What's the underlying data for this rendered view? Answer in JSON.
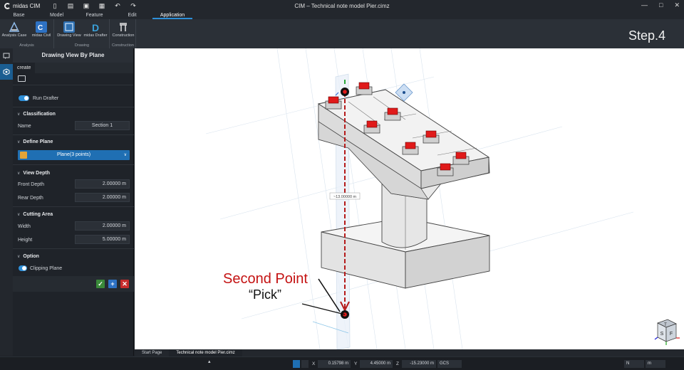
{
  "app": {
    "logo_text": "midas CIM",
    "window_title": "CIM – Technical note model Pier.cimz"
  },
  "menu": [
    "Base",
    "Model",
    "Feature",
    "Edit",
    "Application"
  ],
  "menu_active": "Application",
  "ribbon": {
    "buttons": [
      {
        "label": "Analysis Case",
        "icon": "analysis-case-icon"
      },
      {
        "label": "midas Civil",
        "icon": "midas-civil-icon"
      },
      {
        "label": "Drawing View",
        "icon": "drawing-view-icon"
      },
      {
        "label": "midas Drafter",
        "icon": "midas-drafter-icon"
      },
      {
        "label": "Construction",
        "icon": "construction-icon"
      }
    ],
    "groups": [
      "Analysis",
      "Drawing",
      "Construction"
    ]
  },
  "panel": {
    "title": "Drawing View By Plane",
    "tab": "create",
    "run_drafter": "Run Drafter",
    "classification": {
      "header": "Classification",
      "name_label": "Name",
      "name_value": "Section 1"
    },
    "define_plane": {
      "header": "Define Plane",
      "selected": "Plane(3 points)"
    },
    "view_depth": {
      "header": "View Depth",
      "front_label": "Front Depth",
      "front_value": "2.00000 m",
      "rear_label": "Rear Depth",
      "rear_value": "2.00000 m"
    },
    "cutting_area": {
      "header": "Cutting Area",
      "width_label": "Width",
      "width_value": "2.00000 m",
      "height_label": "Height",
      "height_value": "5.00000 m"
    },
    "option": {
      "header": "Option",
      "clipping_label": "Clipping Plane"
    }
  },
  "viewport": {
    "step_label": "Step.4",
    "dimension_label": "~13.00000 m",
    "annotation_title": "Second Point",
    "annotation_sub": "“Pick”",
    "nav_cube_letters": [
      "T",
      "S",
      "F"
    ]
  },
  "doc_tabs": [
    "Start Page",
    "Technical note model Pier.cimz"
  ],
  "status": {
    "x_label": "X",
    "x_value": "0.15798 m",
    "y_label": "Y",
    "y_value": "4.45000 m",
    "z_label": "Z",
    "z_value": "-15.23000 m",
    "coord_system": "GCS",
    "unit_force": "N",
    "unit_length": "m"
  },
  "colors": {
    "accent": "#2e8fd8",
    "annotation": "#c41212",
    "bearing": "#e01a1a"
  }
}
